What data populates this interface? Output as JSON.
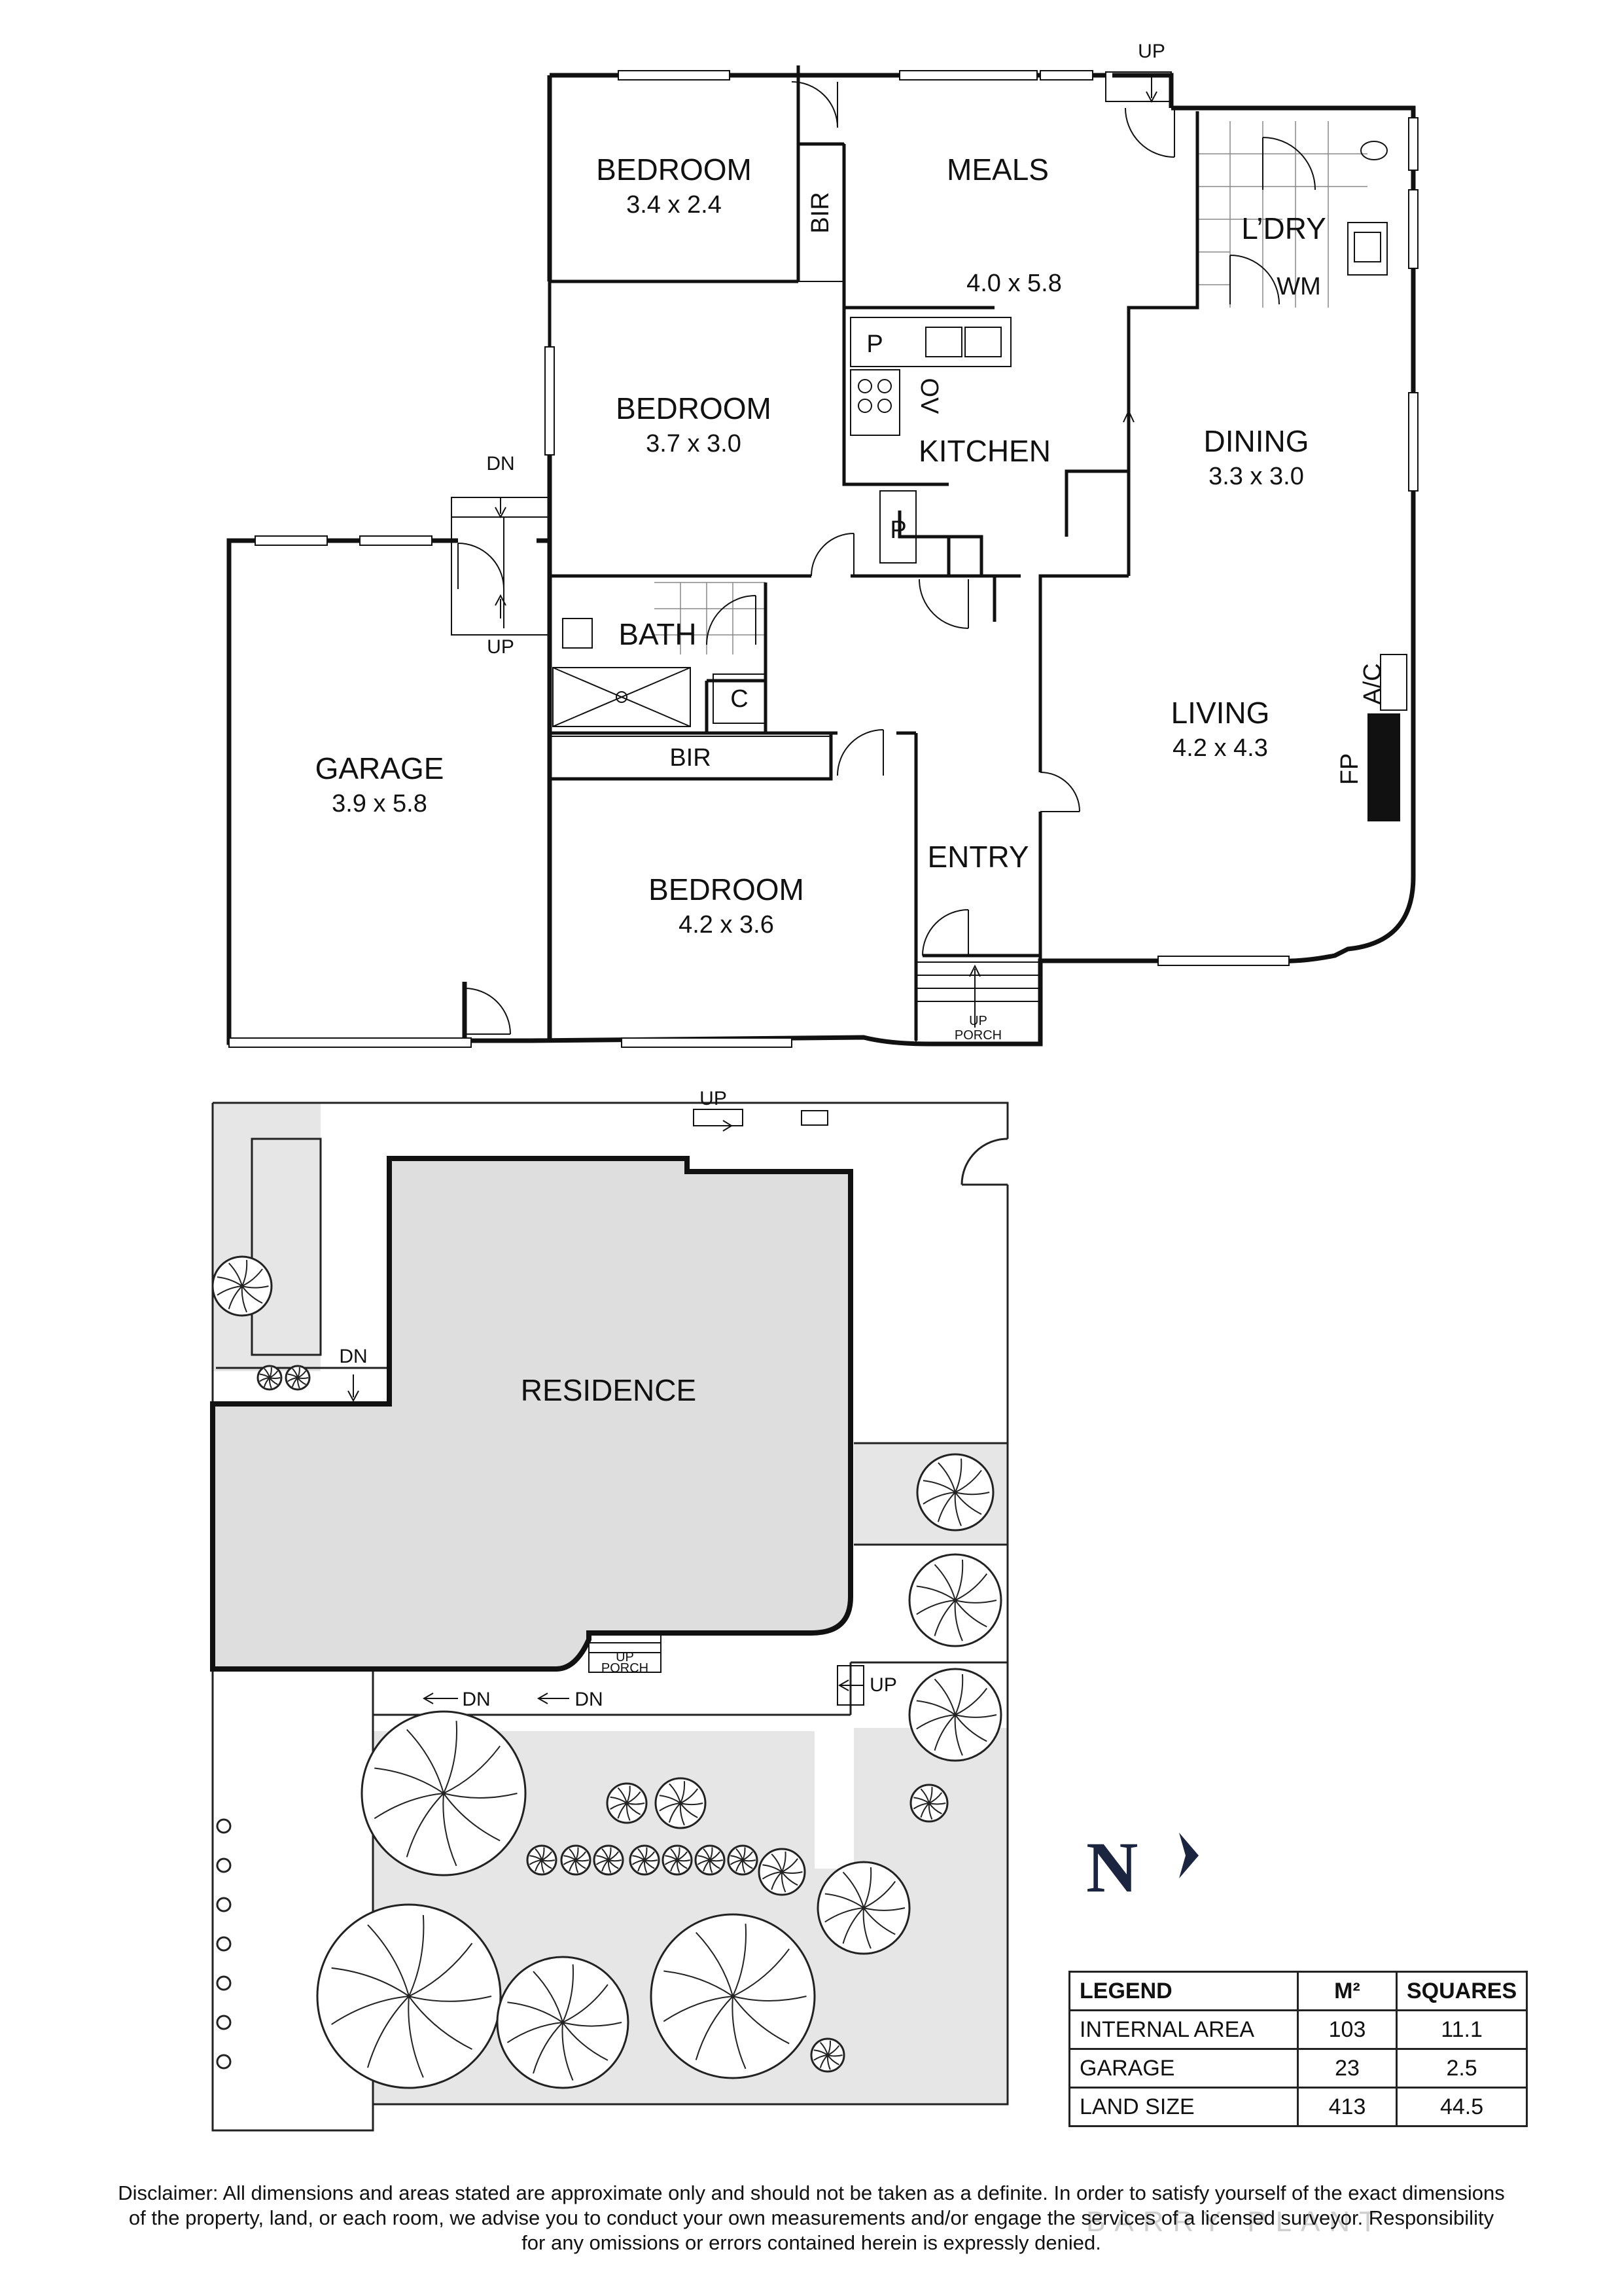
{
  "rooms": {
    "bedroom1": {
      "name": "BEDROOM",
      "dim": "3.4 x 2.4"
    },
    "bir1": "BIR",
    "meals": {
      "name": "MEALS",
      "dim": "4.0 x 5.8"
    },
    "laundry": "L’DRY",
    "wm": "WM",
    "pantry1": "P",
    "pantry2": "P",
    "oven": "OV",
    "bedroom2": {
      "name": "BEDROOM",
      "dim": "3.7 x 3.0"
    },
    "kitchen": "KITCHEN",
    "dining": {
      "name": "DINING",
      "dim": "3.3 x 3.0"
    },
    "bath": "BATH",
    "cupboard": "C",
    "bir2": "BIR",
    "living": {
      "name": "LIVING",
      "dim": "4.2 x 4.3"
    },
    "ac": "A/C",
    "fp": "FP",
    "garage": {
      "name": "GARAGE",
      "dim": "3.9 x 5.8"
    },
    "entry": "ENTRY",
    "bedroom3": {
      "name": "BEDROOM",
      "dim": "4.2 x 3.6"
    },
    "porch_up": "UP",
    "porch": "PORCH"
  },
  "stairs": {
    "up_top": "UP",
    "dn_garage": "DN",
    "up_garage": "UP",
    "site_up_top": "UP",
    "site_dn_left": "DN",
    "site_dn1": "DN",
    "site_dn2": "DN",
    "site_up_right": "UP",
    "site_porch_up": "UP",
    "site_porch": "PORCH"
  },
  "site": {
    "residence": "RESIDENCE"
  },
  "north": "N",
  "legend": {
    "headers": [
      "LEGEND",
      "M²",
      "SQUARES"
    ],
    "rows": [
      [
        "INTERNAL AREA",
        "103",
        "11.1"
      ],
      [
        "GARAGE",
        "23",
        "2.5"
      ],
      [
        "LAND SIZE",
        "413",
        "44.5"
      ]
    ]
  },
  "disclaimer": {
    "line1": "Disclaimer: All dimensions and areas stated are approximate only and should not be taken as a definite. In order to satisfy yourself of the exact dimensions",
    "line2": "of the property, land, or each room, we advise you to conduct your own measurements and/or engage the services of a licensed surveyor. Responsibility",
    "line3": "for any omissions or errors contained herein is expressly denied."
  },
  "watermark": "BARRY PLANT",
  "colors": {
    "ink": "#111111",
    "paving": "#e6e6e6",
    "residence": "#dedede",
    "north": "#1b2540"
  }
}
